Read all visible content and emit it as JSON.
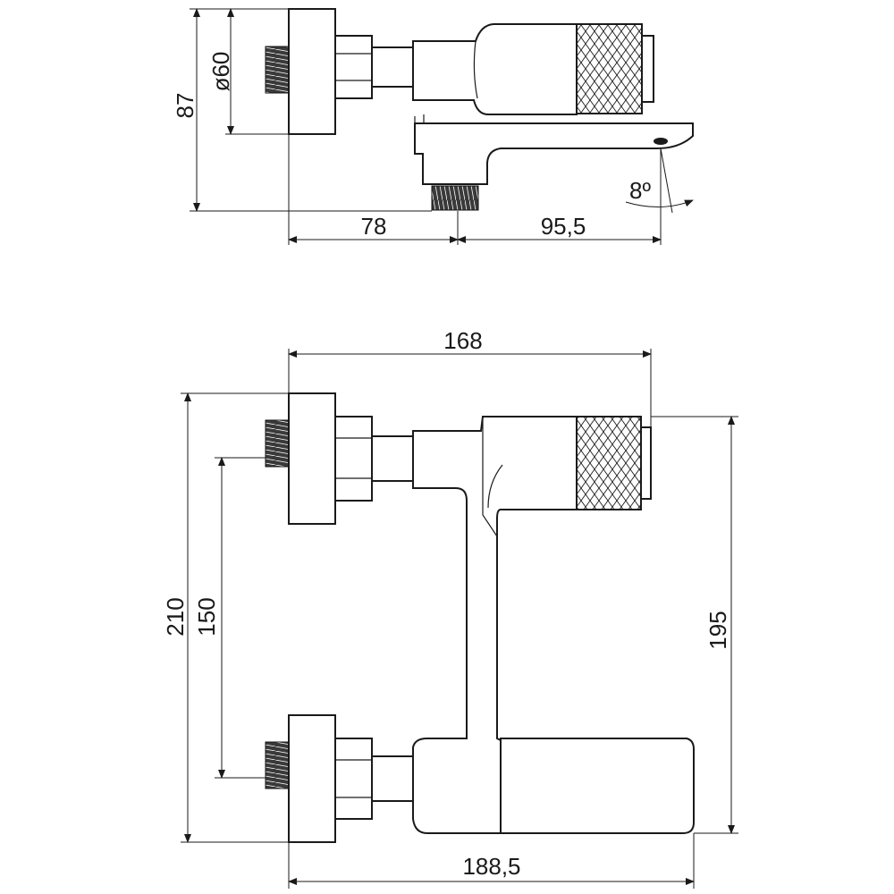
{
  "top_view": {
    "dims": {
      "height": "87",
      "diameter": "ø60",
      "wall_to_outlet": "78",
      "outlet_to_spout": "95,5",
      "angle": "8º"
    }
  },
  "front_view": {
    "dims": {
      "width_top": "168",
      "height_total": "210",
      "inlet_spacing": "150",
      "spout_height": "195",
      "width_bottom": "188,5"
    }
  }
}
